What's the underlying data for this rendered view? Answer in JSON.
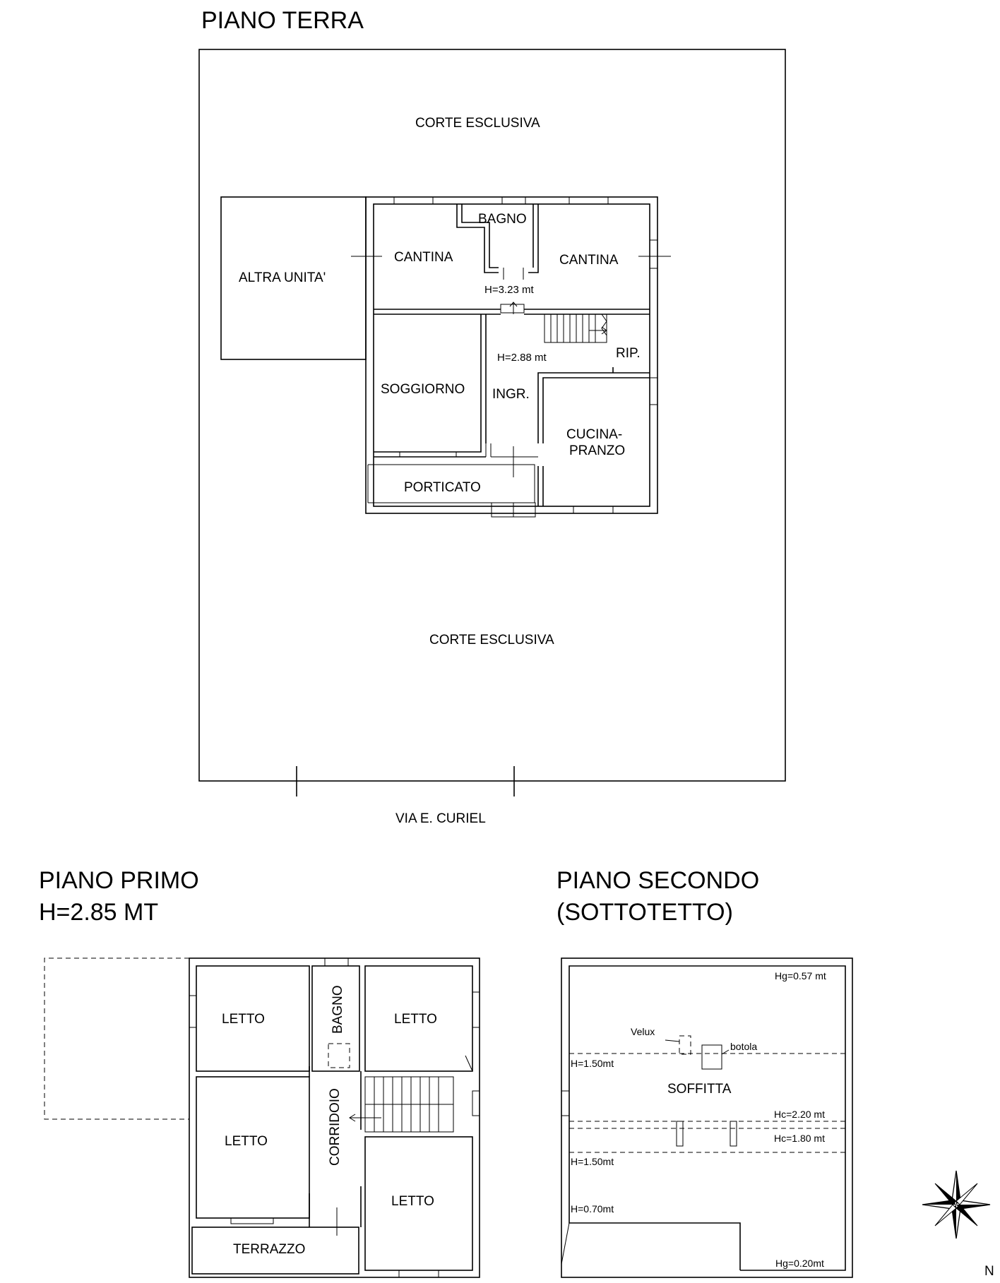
{
  "ground_floor": {
    "title": "PIANO TERRA",
    "court_top": "CORTE ESCLUSIVA",
    "court_bottom": "CORTE ESCLUSIVA",
    "street": "VIA E. CURIEL",
    "rooms": {
      "other_unit": "ALTRA UNITA'",
      "cellar_left": "CANTINA",
      "bathroom": "BAGNO",
      "cellar_right": "CANTINA",
      "living": "SOGGIORNO",
      "entrance": "INGR.",
      "storage": "RIP.",
      "kitchen_line1": "CUCINA-",
      "kitchen_line2": "PRANZO",
      "porch": "PORTICATO"
    },
    "height_cellars": "H=3.23 mt",
    "height_main": "H=2.88 mt"
  },
  "first_floor": {
    "title": "PIANO PRIMO",
    "height": "H=2.85 MT",
    "rooms": {
      "bed_top_left": "LETTO",
      "bathroom": "BAGNO",
      "bed_top_right": "LETTO",
      "corridor": "CORRIDOIO",
      "bed_mid_left": "LETTO",
      "bed_bottom_right": "LETTO",
      "terrace": "TERRAZZO"
    }
  },
  "second_floor": {
    "title": "PIANO SECONDO",
    "subtitle": "(SOTTOTETTO)",
    "room": "SOFFITTA",
    "velux": "Velux",
    "hatch": "botola",
    "heights": {
      "hg_top": "Hg=0.57 mt",
      "h_upper": "H=1.50mt",
      "hc_220": "Hc=2.20 mt",
      "hc_180": "Hc=1.80 mt",
      "h_lower": "H=1.50mt",
      "h_070": "H=0.70mt",
      "hg_bottom": "Hg=0.20mt"
    }
  },
  "compass": {
    "north": "N"
  }
}
